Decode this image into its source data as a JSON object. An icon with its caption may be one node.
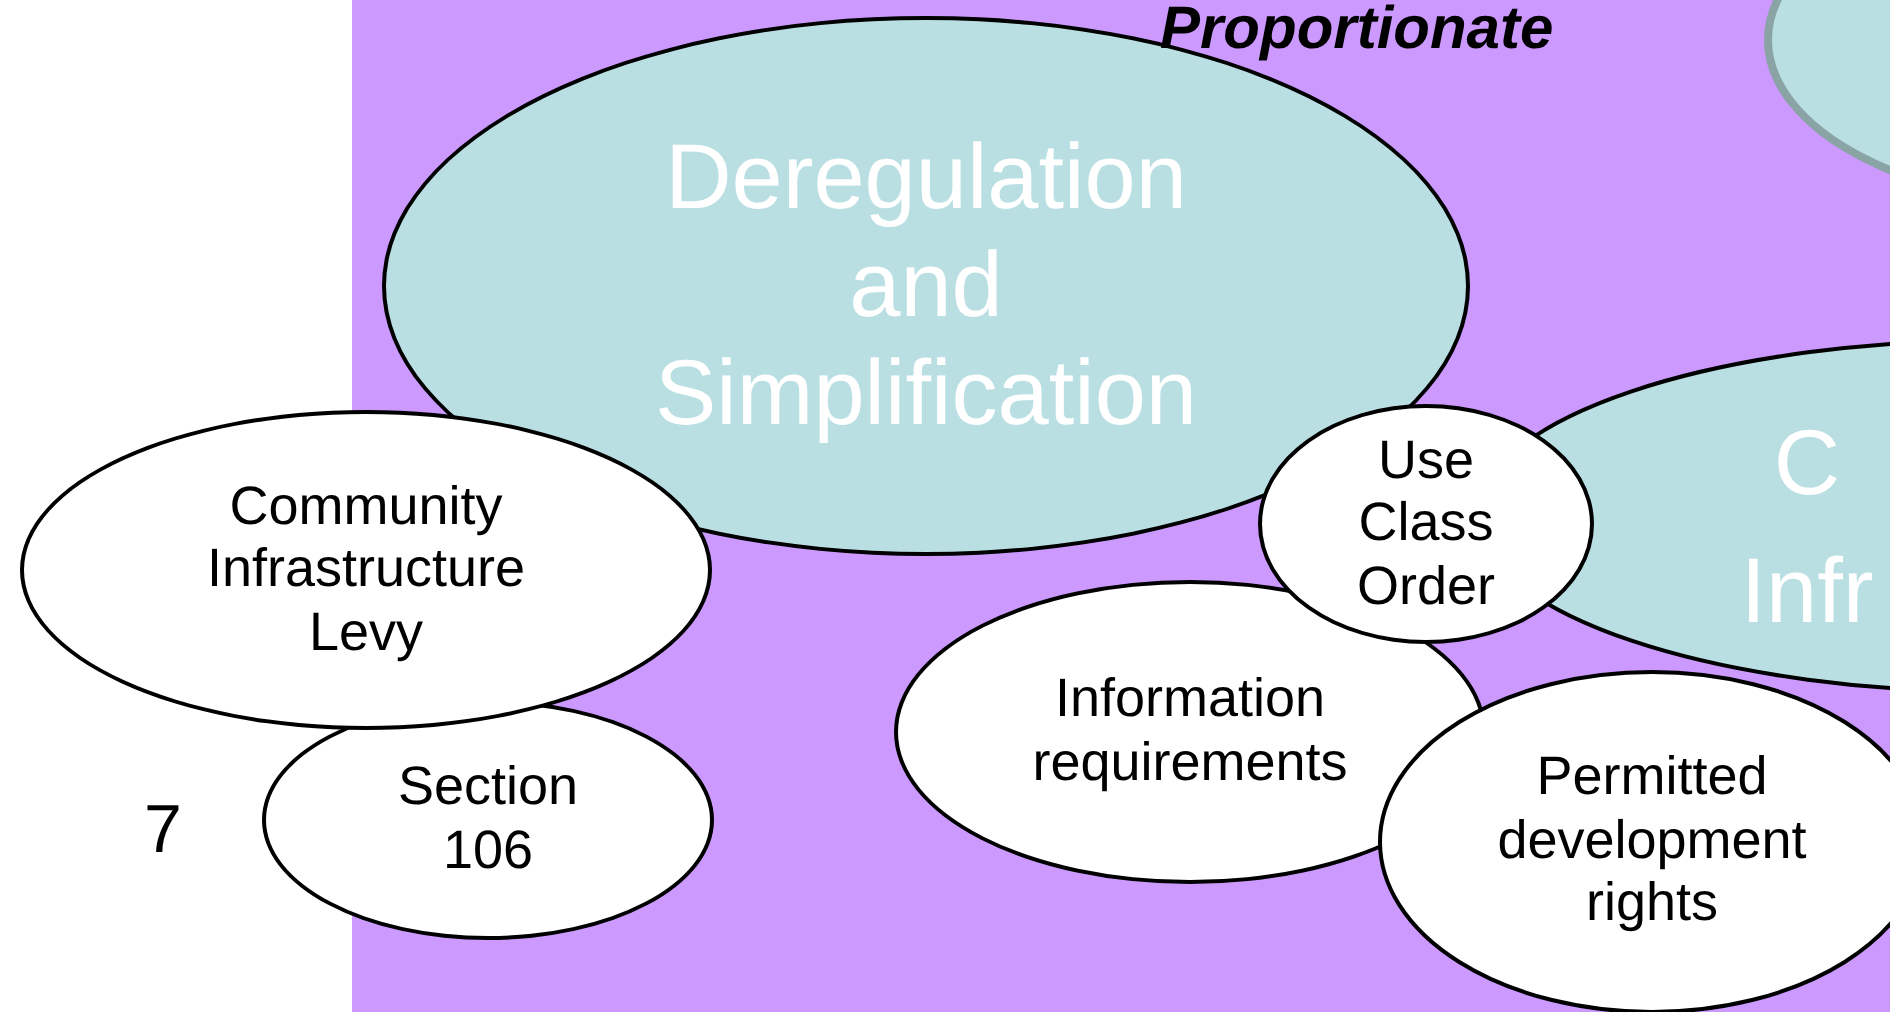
{
  "diagram": {
    "nodes": [
      {
        "text": [
          "Deregulation and Simplification"
        ]
      },
      {
        "text": [],
        "shape": "circle"
      },
      {
        "text": [
          "C Infr"
        ]
      },
      {
        "text": [
          "Use Class Order"
        ]
      },
      {
        "text": [
          "Community Infrastructure Levy"
        ]
      },
      {
        "text": [
          "Information requirements"
        ]
      },
      {
        "text": [
          "Section 106"
        ]
      },
      {
        "text": [
          "Permitted development rights"
        ]
      }
    ],
    "labels": [
      "Proportionate",
      "7"
    ]
  }
}
